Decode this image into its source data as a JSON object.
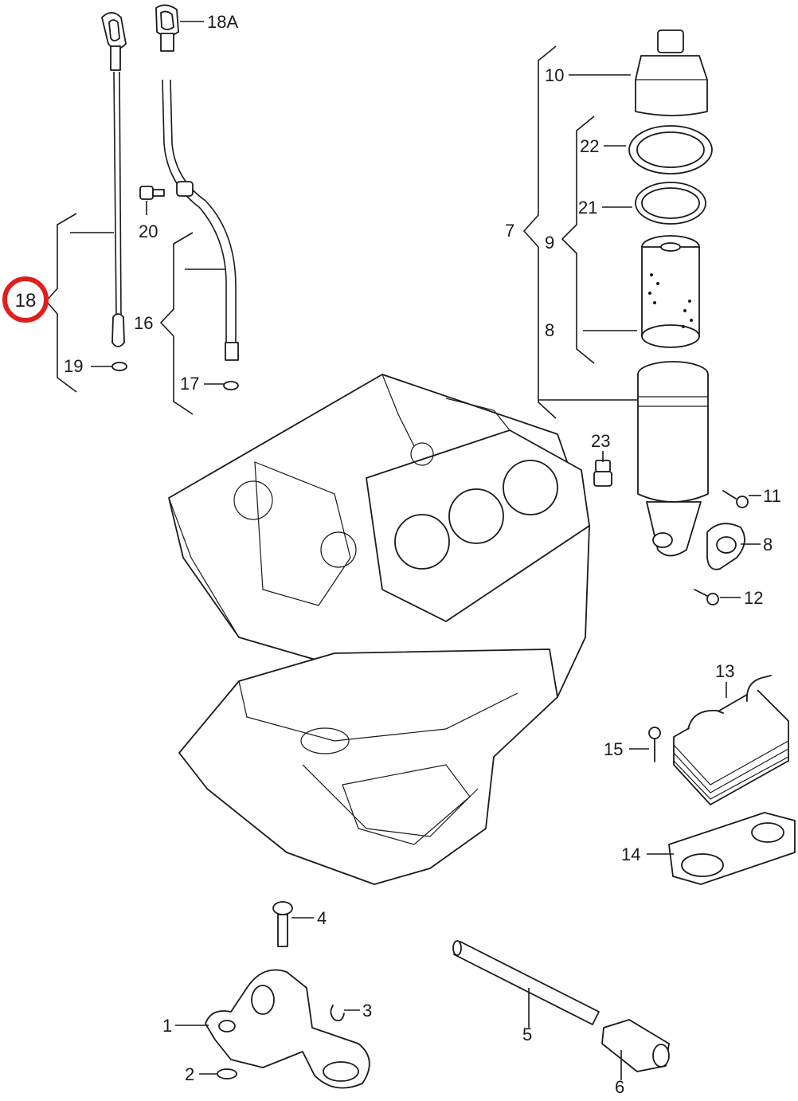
{
  "labels": {
    "l18": "18",
    "l18a": "18A",
    "l19": "19",
    "l20": "20",
    "l16": "16",
    "l17": "17",
    "l10": "10",
    "l22": "22",
    "l21": "21",
    "l7": "7",
    "l9": "9",
    "l8a": "8",
    "l23": "23",
    "l11": "11",
    "l8b": "8",
    "l12": "12",
    "l13": "13",
    "l15": "15",
    "l14": "14",
    "l4": "4",
    "l3": "3",
    "l1": "1",
    "l2": "2",
    "l5": "5",
    "l6": "6"
  },
  "highlight": {
    "color": "#e01e1e",
    "target": "18"
  }
}
